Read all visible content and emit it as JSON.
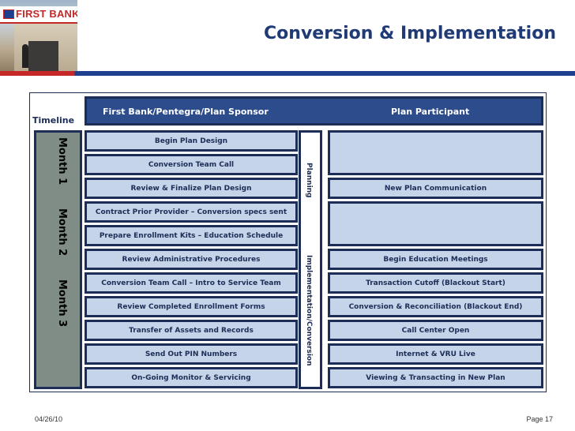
{
  "slide": {
    "title": "Conversion & Implementation",
    "logo_text": "FIRST BANK",
    "date": "04/26/10",
    "page": "Page 17"
  },
  "diagram": {
    "timeline_label": "Timeline",
    "header_left": "First Bank/Pentegra/Plan Sponsor",
    "header_right": "Plan Participant",
    "months": [
      "Month 1",
      "Month 2",
      "Month 3"
    ],
    "phase_planning": "Planning",
    "phase_implementation": "Implementation/Conversion",
    "left_steps": [
      "Begin Plan Design",
      "Conversion Team Call",
      "Review & Finalize Plan Design",
      "Contract Prior Provider – Conversion specs sent",
      "Prepare Enrollment Kits – Education Schedule",
      "Review Administrative Procedures",
      "Conversion Team Call – Intro to Service Team",
      "Review Completed Enrollment Forms",
      "Transfer of Assets and Records",
      "Send Out PIN Numbers",
      "On-Going Monitor & Servicing"
    ],
    "right_steps": [
      "",
      "New Plan Communication",
      "",
      "Begin Education Meetings",
      "Transaction Cutoff (Blackout Start)",
      "Conversion & Reconciliation (Blackout End)",
      "Call Center Open",
      "Internet & VRU Live",
      "Viewing & Transacting in New Plan"
    ]
  },
  "colors": {
    "title": "#1f3a75",
    "header_bar": "#2c4c8c",
    "box_fill": "#c5d4e8",
    "box_border": "#1c2d57",
    "month_col": "#7f8d86"
  }
}
